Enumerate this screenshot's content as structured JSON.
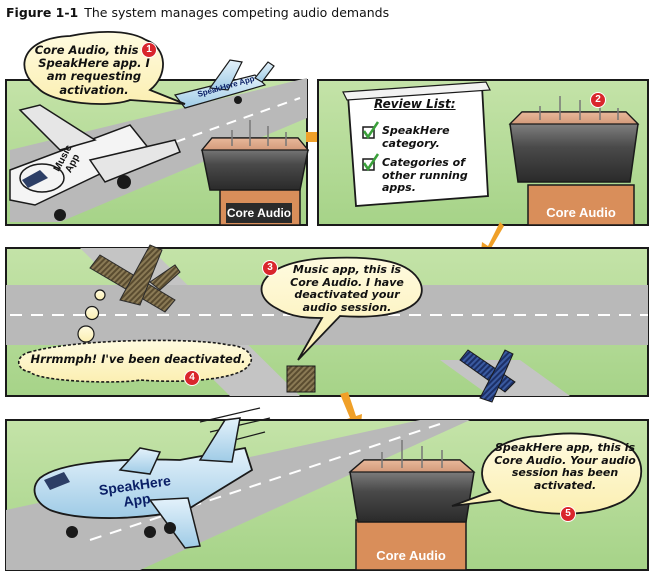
{
  "caption": {
    "figure_label": "Figure 1-1",
    "title": "The system manages competing audio demands"
  },
  "panel1": {
    "request_bubble": "Core Audio, this is SpeakHere app. I am requesting activation.",
    "badge": "1",
    "music_plane_label": "Music App",
    "speakhere_plane_label": "SpeakHere App",
    "tower_label": "Core Audio"
  },
  "panel2": {
    "review_title": "Review List:",
    "review_items": [
      "SpeakHere category.",
      "Categories of other running apps."
    ],
    "badge": "2",
    "tower_label": "Core Audio"
  },
  "panel3": {
    "core_audio_bubble": "Music app, this is Core Audio. I have deactivated your audio session.",
    "badge_core": "3",
    "music_thought": "Hrrmmph! I've been deactivated.",
    "badge_music": "4"
  },
  "panel4": {
    "core_audio_bubble": "SpeakHere app, this is Core Audio. Your audio session has been activated.",
    "badge": "5",
    "plane_label": "SpeakHere App",
    "tower_label": "Core Audio"
  }
}
